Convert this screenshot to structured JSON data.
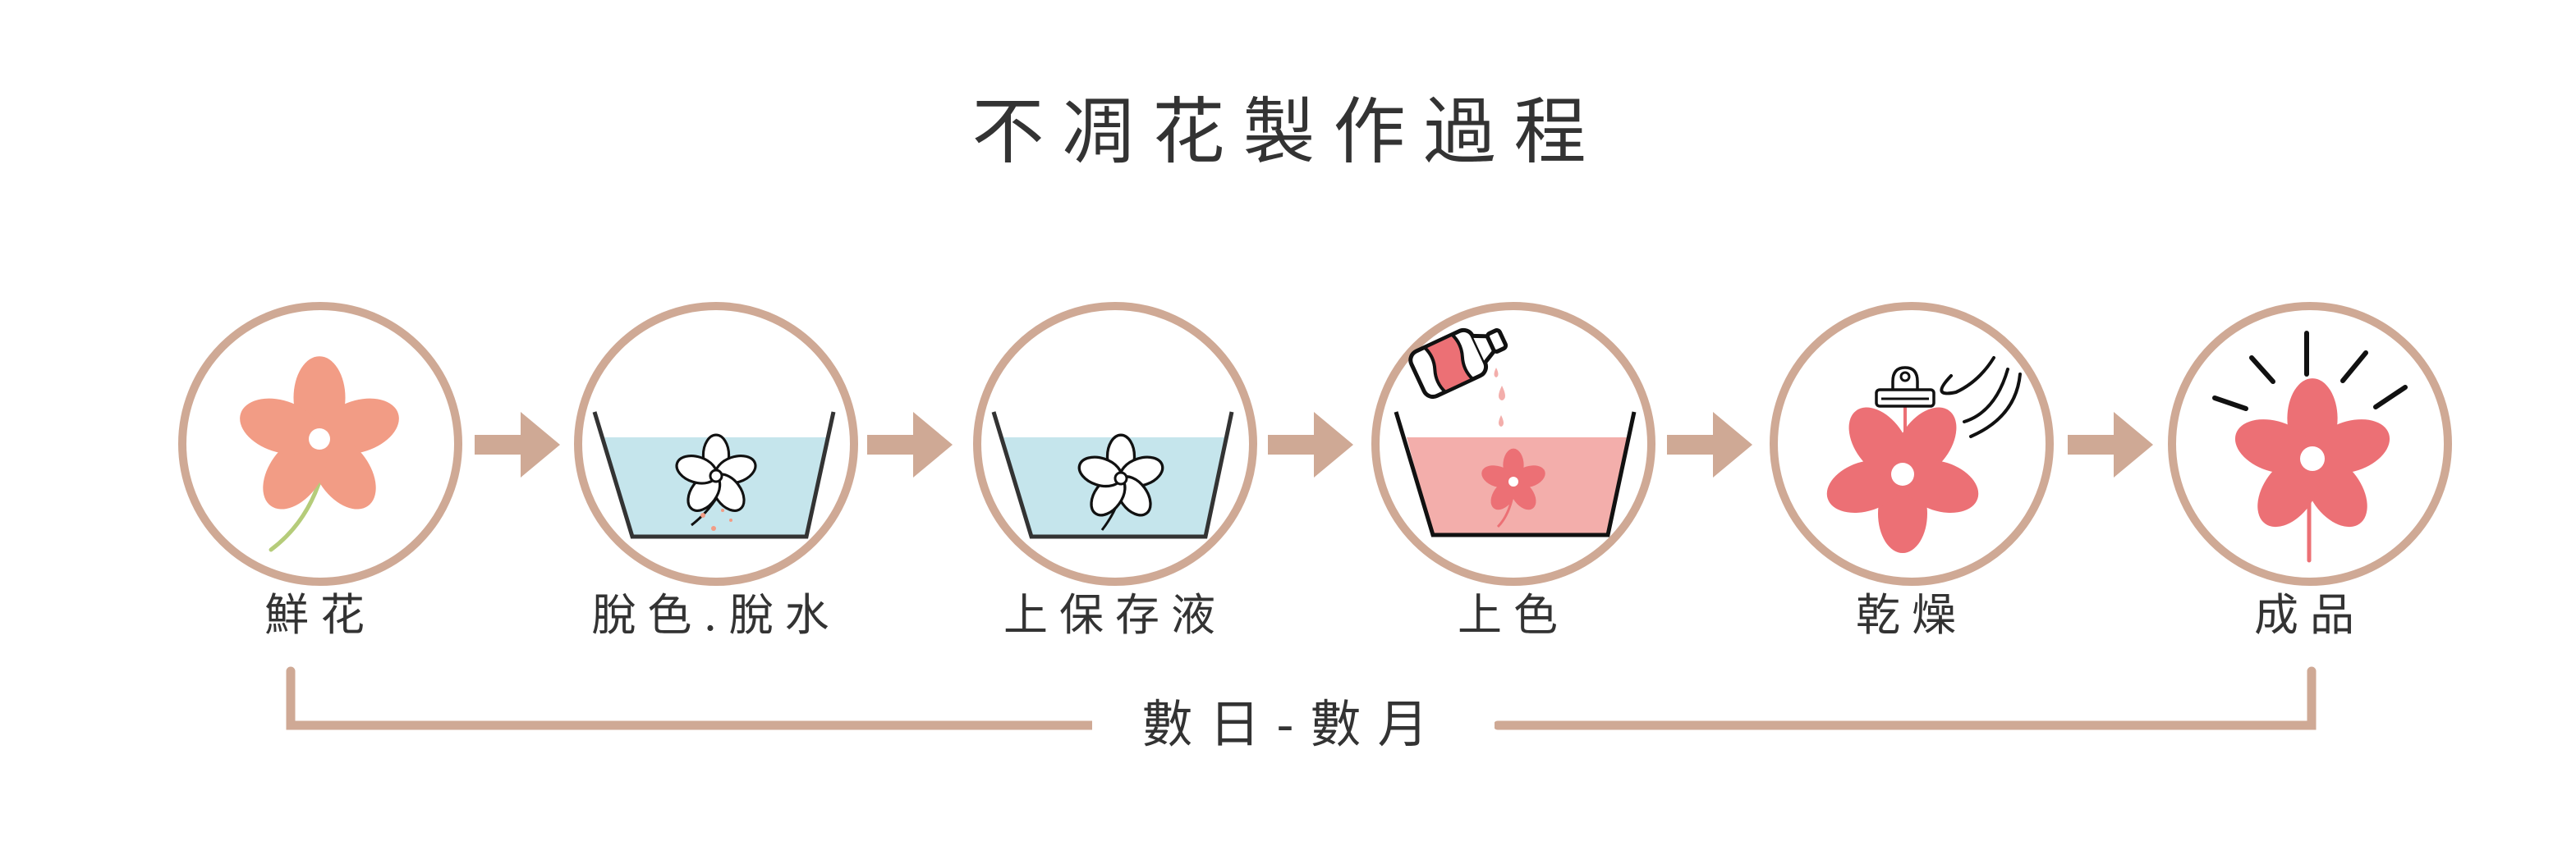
{
  "title": "不凋花製作過程",
  "colors": {
    "ring": "#CFA995",
    "arrow": "#CFA995",
    "text": "#333333",
    "coral_flower": "#F29C85",
    "pink_flower": "#EC7075",
    "stem_green": "#B5CC7A",
    "water_blue": "#C5E5EC",
    "dye_pink": "#F3AEAB",
    "outline": "#111111"
  },
  "steps": [
    {
      "label": "鮮花",
      "icon": "fresh-flower-icon"
    },
    {
      "label": "脫色.脫水",
      "icon": "bleach-dehydrate-basin-icon"
    },
    {
      "label": "上保存液",
      "icon": "preservative-basin-icon"
    },
    {
      "label": "上色",
      "icon": "dye-basin-bottle-icon"
    },
    {
      "label": "乾燥",
      "icon": "hanging-dry-flower-icon"
    },
    {
      "label": "成品",
      "icon": "finished-flower-icon"
    }
  ],
  "duration": {
    "label": "數日-數月"
  }
}
